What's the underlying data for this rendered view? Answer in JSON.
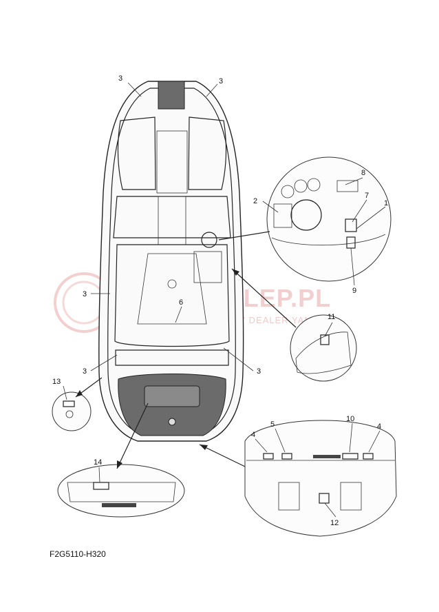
{
  "diagram": {
    "callouts": {
      "c3_top_left": "3",
      "c3_top_right": "3",
      "c3_mid_left": "3",
      "c3_lower_left": "3",
      "c3_lower_right": "3",
      "c6": "6",
      "c8": "8",
      "c7": "7",
      "c2": "2",
      "c1": "1",
      "c9": "9",
      "c11": "11",
      "c13": "13",
      "c14": "14",
      "c4_left": "4",
      "c5": "5",
      "c10": "10",
      "c4_right": "4",
      "c12": "12"
    },
    "drawing_code": "F2G5110-H320"
  },
  "watermark": {
    "brand": "YAMASKLEP.PL",
    "subtitle": "AUTORYZOWANY DEALER YAMAHA"
  },
  "colors": {
    "line": "#222222",
    "mat": "#6b6b6b",
    "watermark": "#e9a8a8"
  }
}
